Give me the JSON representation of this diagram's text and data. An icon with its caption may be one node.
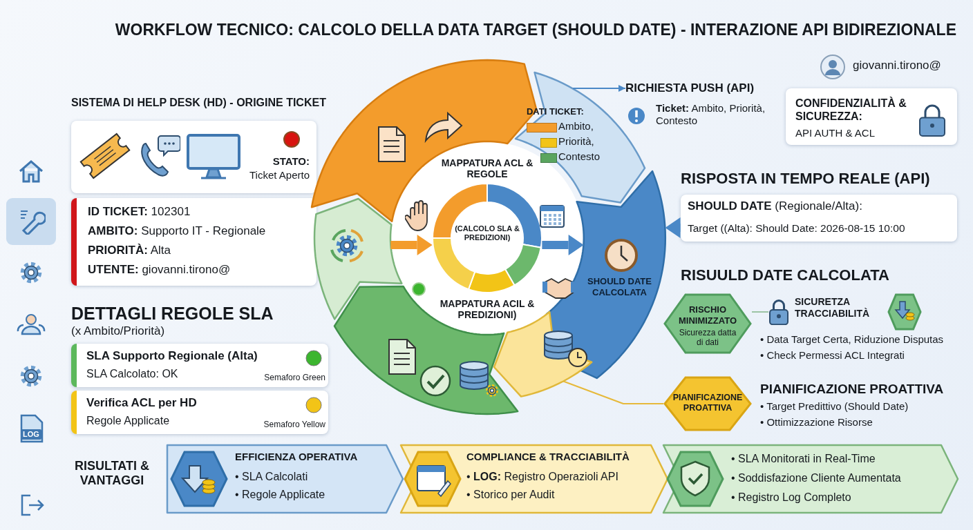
{
  "diagram": {
    "title": "WORKFLOW TECNICO: CALCOLO DELLA DATA TARGET (SHOULD DATE) - INTERAZIONE API BIDIREZIONALE",
    "nodes": [
      {
        "text": [
          "STATO:",
          "Ticket Aperto"
        ]
      },
      {
        "text": [
          "**ID TICKET:** 102301",
          "**AMBITO:** Supporto IT - Regionale",
          "**PRIORITÀ:** Alta",
          "**UTENTE:** giovanni.tirono@"
        ]
      },
      {
        "text": [
          "SLA Supporto Regionale (Alta)",
          "SLA Calcolato: OK",
          "Semaforo Green"
        ]
      },
      {
        "text": [
          "Verifica ACL per HD",
          "Regole Applicate",
          "Semaforo Yellow"
        ]
      },
      {
        "text": [],
        "shape": "arrow"
      },
      {
        "text": [
          "DATI TICKET:"
        ]
      },
      {
        "text": [
          "SHOULD DATE CALCOLATA"
        ]
      },
      {
        "text": [],
        "shape": "arrow"
      },
      {
        "text": [],
        "shape": "arrow"
      },
      {
        "text": [],
        "shape": "arrow"
      },
      {
        "text": [
          "(CALCOLO SLA & PREDIZIONI)"
        ]
      },
      {
        "text": [
          "RICHIESTA PUSH (API)",
          "**Ticket:** Ambito, Priorità, Contesto"
        ]
      },
      {
        "text": [
          "CONFIDENZIALITÀ & SICUREZZA:",
          "API AUTH & ACL"
        ]
      },
      {
        "text": [
          "**SHOULD DATE** (Regionale/Alta):",
          "Target ((Alta): Should Date: 2026-08-15 10:00"
        ]
      },
      {
        "text": [
          "RISCHIO MINIMIZZATO",
          "Sicurezza datta di dati"
        ]
      },
      {
        "text": [
          "SICURETZA TRACCIABILITÀ"
        ]
      },
      {
        "text": [
          "PIANIFICAZIONE PROATTIVA"
        ]
      },
      {
        "text": [
          "EFFICIENZA OPERATIVA",
          "• SLA Calcolati",
          "• Regole Applicate"
        ]
      },
      {
        "text": [
          "COMPLIANCE & TRACCIABILITÀ",
          "• **LOG:** Registro Operazioli API",
          "• Storico per Audit"
        ]
      },
      {
        "text": [
          "• SLA Monitorati in Real-Time",
          "• Soddisfazione Cliente Aumentata",
          "• Registro Log Completo"
        ]
      }
    ],
    "edges": [
      {
        "from": 5,
        "to": 11,
        "arrow": "to"
      },
      {
        "from": 13,
        "to": 6,
        "arrow": "to",
        "style": "thick"
      },
      {
        "from": 9,
        "to": 10,
        "arrow": "to",
        "style": "thick",
        "color": "#f39c2c"
      },
      {
        "from": 10,
        "to": 6,
        "arrow": "to",
        "style": "thick"
      },
      {
        "from": 14,
        "to": 15,
        "arrow": "none",
        "color": "#9cc4a4"
      },
      {
        "from": 7,
        "to": 16,
        "arrow": "none",
        "color": "#e6b93a"
      }
    ],
    "labels": [
      "giovanni.tirono@",
      "SISTEMA DI HELP DESK (HD) - ORIGINE TICKET",
      "RISPOSTA IN TEMPO REALE (API)",
      "RISUULD DATE CALCOLATA",
      "• Data Target Certa, Riduzione Disputas",
      "• Check Permessi ACL Integrati",
      "PIANIFICAZIONE PROATTIVA",
      "• Target Predittivo (Should Date)",
      "• Ottimizzazione Risorse",
      "DETTAGLI REGOLE SLA",
      "(x Ambito/Priorità)",
      "MAPPATURA ACL & REGOLE",
      "MAPPATURA ACIL & PREDIZIONI)",
      "RISULTATI & VANTAGGI",
      "LOG"
    ],
    "legend": [
      {
        "text": "Ambito,",
        "color": "#f39c2c"
      },
      {
        "text": "Priorità,",
        "color": "#f2c417"
      },
      {
        "text": "Contesto",
        "color": "#5aa55f"
      }
    ]
  }
}
